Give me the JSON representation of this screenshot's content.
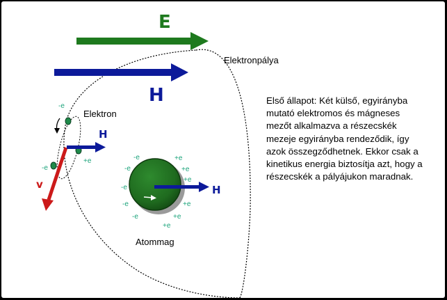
{
  "labels": {
    "E": "E",
    "H": "H",
    "orbit": "Elektronpálya",
    "electron": "Elektron",
    "nucleus": "Atommag",
    "electron_H": "H",
    "nucleus_H": "H",
    "v": "v",
    "minus_e": "-e",
    "plus_e": "+e"
  },
  "description": "Első állapot: Két külső, egyirányba\nmutató elektromos és mágneses\nmezőt alkalmazva a részecskék\nmezeje egyirányba rendeződik, így\nazok összegződhetnek. Ekkor csak a\nkinetikus energia biztosítja azt, hogy a\nrészecskék a pályájukon maradnak.",
  "colors": {
    "E_arrow": "#1e7a1e",
    "H_arrow": "#0c1a9a",
    "v_arrow": "#cc1a1a",
    "charge_text": "#1aa37a",
    "nucleus": "#1f6b1f",
    "nucleus_shadow": "#9a9a9a"
  }
}
